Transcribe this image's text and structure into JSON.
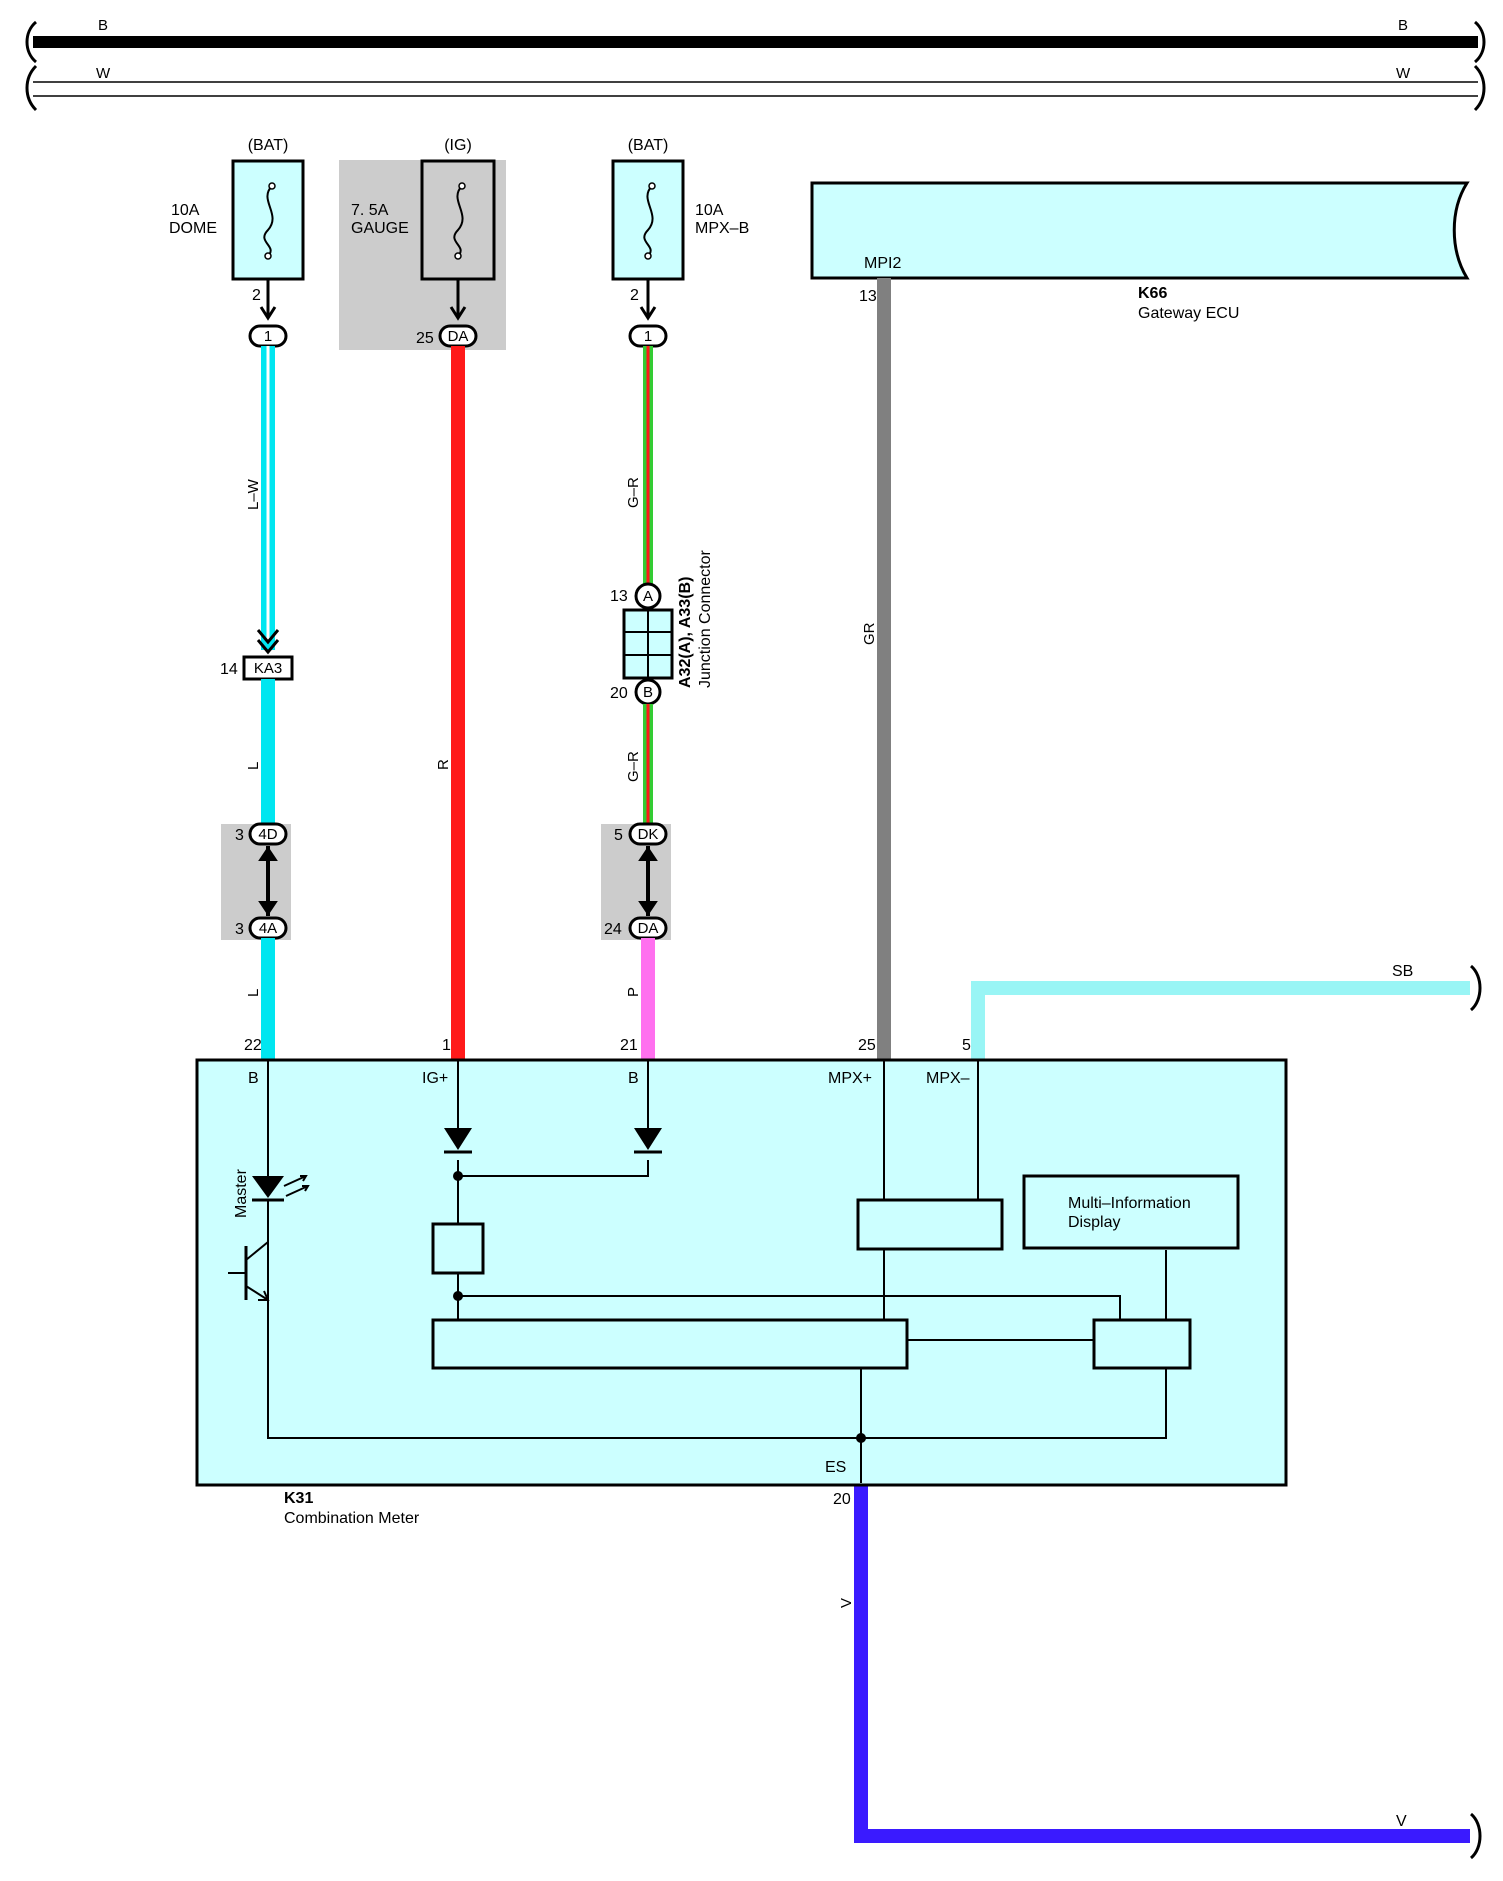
{
  "bus": {
    "top_left_label": "B",
    "top_right_label": "B",
    "second_left_label": "W",
    "second_right_label": "W"
  },
  "fuses": [
    {
      "supply": "(BAT)",
      "rating": "10A",
      "name": "DOME",
      "pin": "2",
      "connector": "1"
    },
    {
      "supply": "(IG)",
      "rating": "7. 5A",
      "name": "GAUGE",
      "pin": "25",
      "connector": "DA"
    },
    {
      "supply": "(BAT)",
      "rating": "10A",
      "name": "MPX–B",
      "pin": "2",
      "connector": "1"
    }
  ],
  "gateway": {
    "code": "K66",
    "name": "Gateway ECU",
    "terminal": "MPI2",
    "pin": "13"
  },
  "wires": {
    "lw": "L–W",
    "ka3_pin": "14",
    "ka3_label": "KA3",
    "l1": "L",
    "j4d_pin": "3",
    "j4d_label": "4D",
    "j4a_pin": "3",
    "j4a_label": "4A",
    "l2": "L",
    "r": "R",
    "gr1": "G–R",
    "junction_pin_a": "13",
    "junction_label_a": "A",
    "junction_pin_b": "20",
    "junction_label_b": "B",
    "junction_code": "A32(A), A33(B)",
    "junction_name": "Junction Connector",
    "gr2": "G–R",
    "dk_pin": "5",
    "dk_label": "DK",
    "da_pin": "24",
    "da_label": "DA",
    "p": "P",
    "gray": "GR",
    "sb": "SB",
    "v": "V",
    "v_right": "V"
  },
  "meter": {
    "code": "K31",
    "name": "Combination Meter",
    "pins": [
      "22",
      "1",
      "21",
      "25",
      "5"
    ],
    "terms": [
      "B",
      "IG+",
      "B",
      "MPX+",
      "MPX–"
    ],
    "es_term": "ES",
    "es_pin": "20",
    "master_label": "Master",
    "mid_line1": "Multi–Information",
    "mid_line2": "Display"
  },
  "colors": {
    "cyan_wire": "#00e6f0",
    "red_wire": "#ff1a1a",
    "green_wire": "#33cc33",
    "gray_wire": "#808080",
    "sb_wire": "#99f5f5",
    "pink_wire": "#ff70ef",
    "violet_wire": "#3a1aff",
    "box_fill": "#ccffff",
    "shade": "#cccccc"
  }
}
